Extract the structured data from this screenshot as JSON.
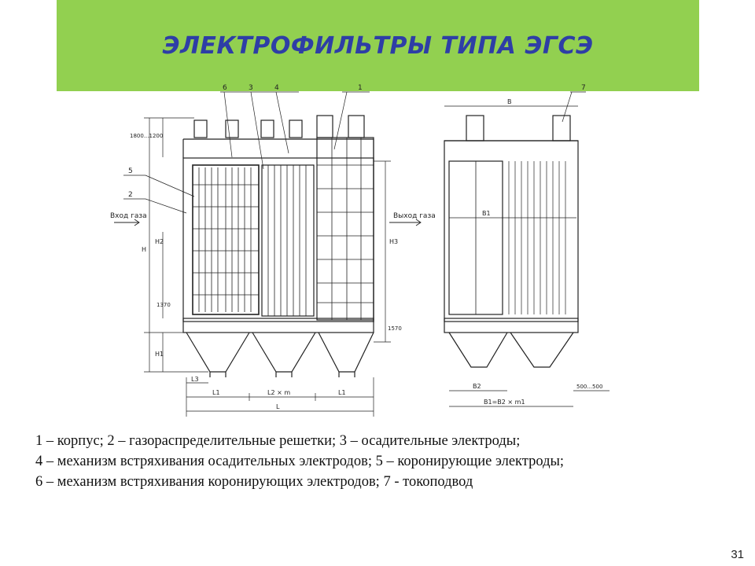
{
  "slide": {
    "title": "ЭЛЕКТРОФИЛЬТРЫ ТИПА ЭГСЭ",
    "page_number": "31",
    "colors": {
      "title_band": "#92d050",
      "title_text": "#2e3ea6"
    }
  },
  "drawing": {
    "callouts": [
      "6",
      "3",
      "4",
      "1",
      "5",
      "2",
      "7"
    ],
    "inlet_label": "Вход газа",
    "outlet_label": "Выход газа",
    "dims": {
      "top": "1800...1200",
      "h": "H",
      "h2": "H2",
      "h3": "H3",
      "h1": "H1",
      "d1370": "1370",
      "d1570": "1570",
      "l3": "L3",
      "l1a": "L1",
      "l2": "L2 × m",
      "l1b": "L1",
      "l": "L",
      "b": "B",
      "b1": "B1",
      "b2": "B2",
      "b1b2": "B1=B2 × m1",
      "d500": "500...500"
    }
  },
  "legend": [
    "1 – корпус; 2 – газораспределительные решетки; 3 – осадительные электроды;",
    "4 – механизм встряхивания осадительных электродов; 5 – коронирующие электроды;",
    "6 – механизм встряхивания коронирующих электродов; 7 - токоподвод"
  ]
}
